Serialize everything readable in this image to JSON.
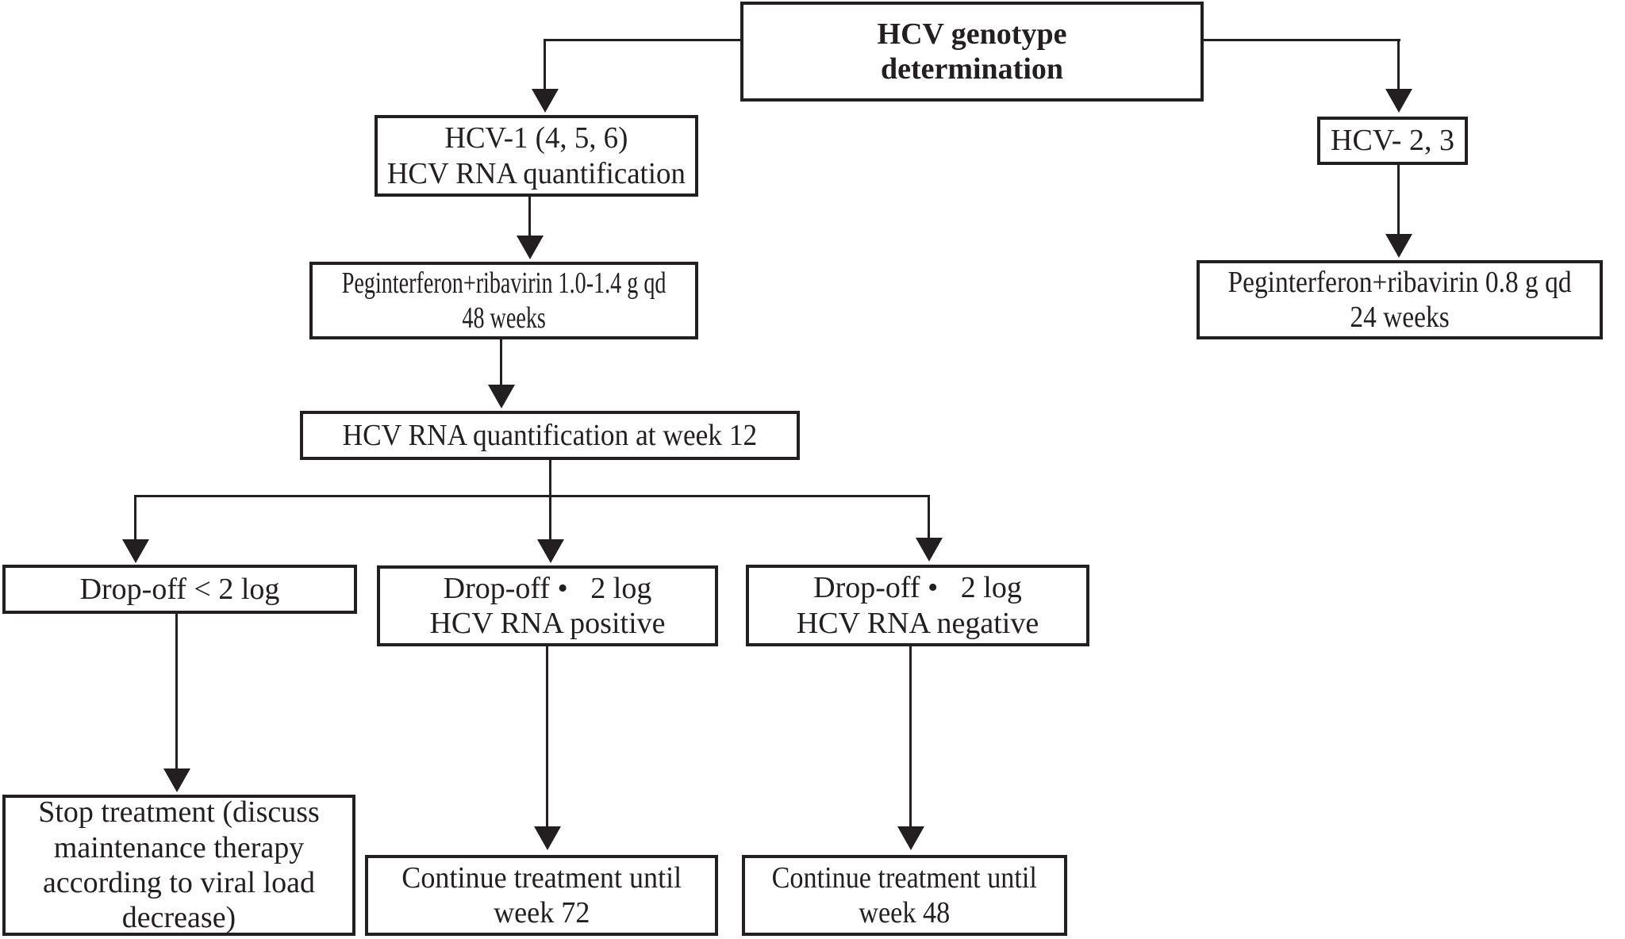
{
  "diagram": {
    "type": "flowchart",
    "background_color": "#ffffff",
    "ink_color": "#231f20",
    "nodes": {
      "genotype": "HCV genotype\ndetermination",
      "hcv1": "HCV-1 (4, 5, 6)\nHCV RNA quantification",
      "hcv23": "HCV- 2, 3",
      "peg48": "Peginterferon+ribavirin 1.0-1.4 g qd\n48 weeks",
      "peg24": "Peginterferon+ribavirin 0.8 g qd\n24 weeks",
      "week12": "HCV RNA quantification at week 12",
      "drop_less": "Drop-off < 2 log",
      "drop_pos": "Drop-off •   2 log\nHCV RNA positive",
      "drop_neg": "Drop-off •   2 log\nHCV RNA negative",
      "stop": "Stop treatment (discuss\nmaintenance therapy\naccording to viral load\ndecrease)",
      "cont72": "Continue treatment until\nweek 72",
      "cont48": "Continue treatment until\nweek 48"
    }
  }
}
